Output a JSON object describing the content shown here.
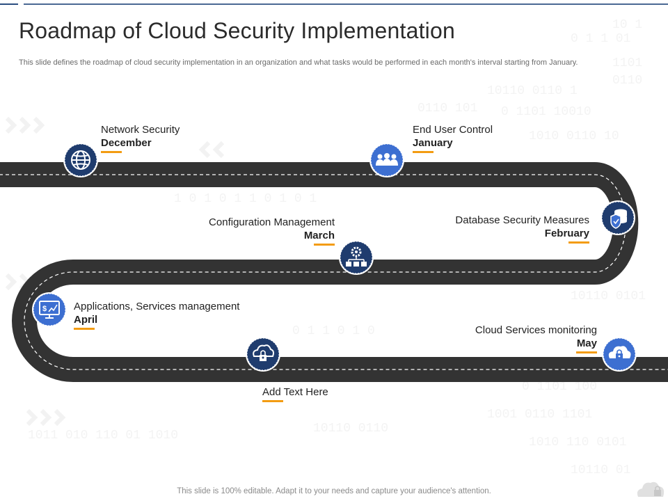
{
  "title": "Roadmap of Cloud Security Implementation",
  "subtitle": "This slide defines the roadmap of cloud security implementation in an organization and what tasks would be performed in each month's interval starting from January.",
  "milestones": [
    {
      "name": "Network Security",
      "month": "December",
      "icon": "globe-icon"
    },
    {
      "name": "End User Control",
      "month": "January",
      "icon": "users-group-icon"
    },
    {
      "name": "Database Security Measures",
      "month": "February",
      "icon": "database-shield-icon"
    },
    {
      "name": "Configuration Management",
      "month": "March",
      "icon": "gear-network-icon"
    },
    {
      "name": "Applications, Services management",
      "month": "April",
      "icon": "monitor-dollar-chart-icon"
    },
    {
      "name": "Add Text Here",
      "month": "",
      "icon": "cloud-lock-icon"
    },
    {
      "name": "Cloud Services monitoring",
      "month": "May",
      "icon": "cloud-lock-icon"
    }
  ],
  "footer": "This slide is 100% editable. Adapt it to your needs and capture your audience's attention.",
  "colors": {
    "road": "#333333",
    "road_dash": "#ffffff",
    "icon_navy": "#1f3c6e",
    "icon_blue": "#3d6fd1",
    "accent": "#f39c12",
    "top_rule": "#2a4d80"
  },
  "logo_icon": "cloud-lock-icon"
}
